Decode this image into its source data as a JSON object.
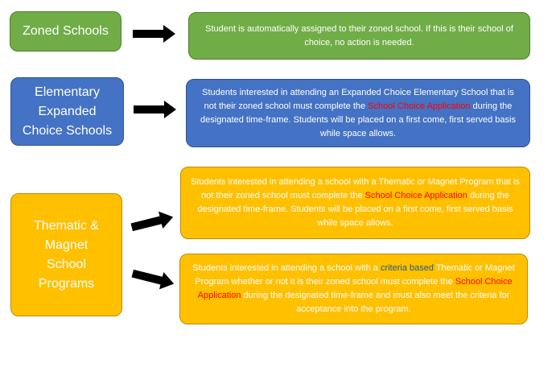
{
  "rows": [
    {
      "category": [
        "Zoned Schools"
      ],
      "description": {
        "before": "Student is automatically assigned to their zoned school. If this is their school of choice, no action is needed."
      }
    },
    {
      "category": [
        "Elementary",
        "Expanded",
        "Choice Schools"
      ],
      "description": {
        "before": "Students interested in attending an Expanded Choice Elementary School that is not their zoned school must complete the ",
        "link": "School Choice Application",
        "after": " during the designated time-frame.  Students will be placed on a first come, first served basis while space allows."
      }
    },
    {
      "category": [
        "Thematic &",
        "Magnet",
        "School",
        "Programs"
      ],
      "descriptions": [
        {
          "before": "Students interested in attending a school with a Thematic or Magnet Program that is not their zoned school must complete the ",
          "link": "School Choice Application",
          "after": " during the designated time-frame.  Students will be placed on a first come, first served basis while space allows."
        },
        {
          "before": "Students interested in attending a school with a ",
          "highlight": "criteria based",
          "middle": " Thematic or Magnet Program whether or not it is their zoned school must complete the ",
          "link": "School Choice Application",
          "after": " during the designated time-frame and must also meet the criteria for acceptance into the program."
        }
      ]
    }
  ],
  "colors": {
    "green": "#70ad47",
    "blue": "#4472c4",
    "gold": "#ffc000",
    "link_red": "#ff0000",
    "highlight_blue": "#1f5c8a",
    "arrow": "#000000"
  }
}
